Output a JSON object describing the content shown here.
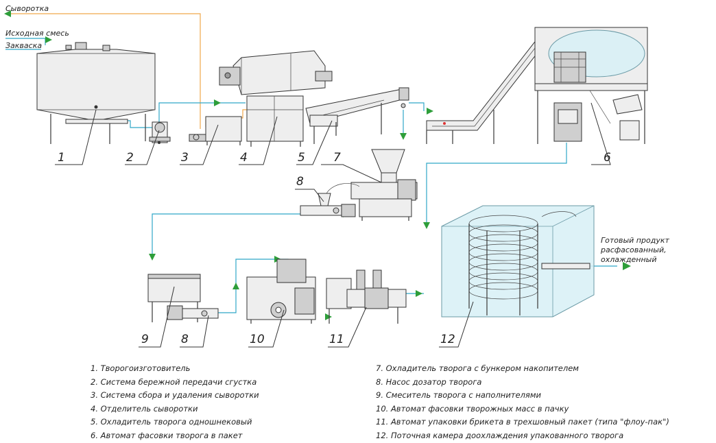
{
  "flows": {
    "whey": "Сыворотка",
    "mix": "Исходная смесь",
    "starter": "Закваска",
    "product_line1": "Готовый продукт",
    "product_line2": "расфасованный,",
    "product_line3": "охлажденный"
  },
  "numbers": {
    "n1": "1",
    "n2": "2",
    "n3": "3",
    "n4": "4",
    "n5": "5",
    "n6": "6",
    "n7": "7",
    "n8a": "8",
    "n8b": "8",
    "n9": "9",
    "n10": "10",
    "n11": "11",
    "n12": "12"
  },
  "legend": {
    "left": [
      "1. Творогоизготовитель",
      "2. Система бережной передачи сгустка",
      "3. Система сбора и удаления сыворотки",
      "4. Отделитель сыворотки",
      "5. Охладитель творога одношнековый",
      "6. Автомат фасовки творога в пакет"
    ],
    "right": [
      "7. Охладитель творога с бункером накопителем",
      "8. Насос дозатор творога",
      "9. Смеситель творога с наполнителями",
      "10. Автомат фасовки творожных масс в пачку",
      "11. Автомат упаковки брикета в трехшовный пакет (типа \"флоу-пак\")",
      "12. Поточная камера доохлаждения упакованного творога"
    ]
  },
  "colors": {
    "pipe_blue": "#2fa7c8",
    "pipe_orange": "#f0a64a",
    "arrow_green": "#2e9e3a",
    "chamber_glass": "#d7f0f6"
  }
}
